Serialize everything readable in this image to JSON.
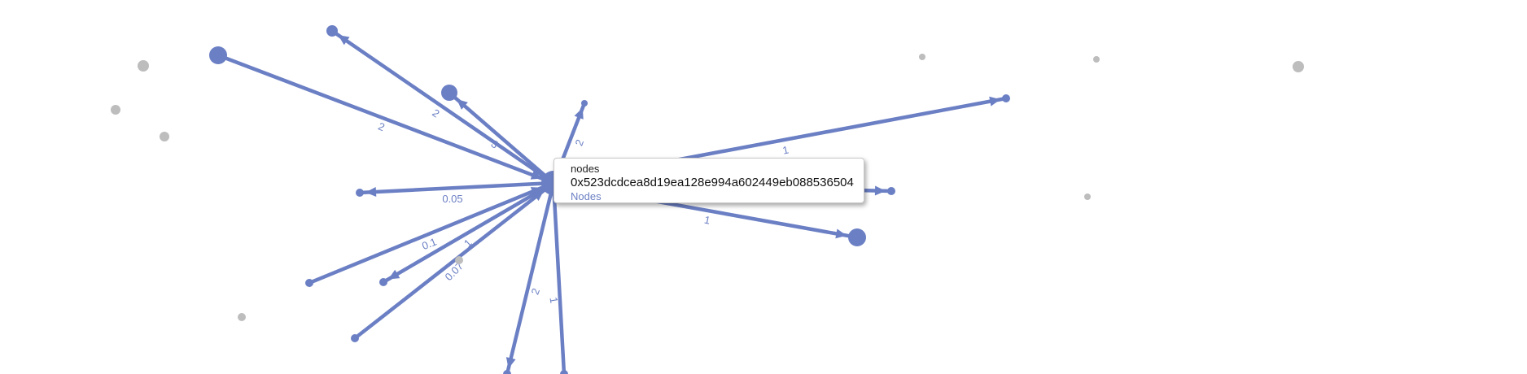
{
  "colors": {
    "edge": "#6b7fc4",
    "node_selected": "#6b7fc4",
    "node_inactive": "#bdbdbd",
    "label": "#6b7fc4"
  },
  "graph": {
    "edge_labels": [
      "2",
      "2",
      "3",
      "2",
      "0.05",
      "0.1",
      "1",
      "0.07",
      "2",
      "1",
      "1",
      "1"
    ],
    "hidden_node_count": 9
  },
  "tooltip": {
    "type": "nodes",
    "id": "0x523dcdcea8d19ea128e994a602449eb088536504",
    "group": "Nodes"
  }
}
